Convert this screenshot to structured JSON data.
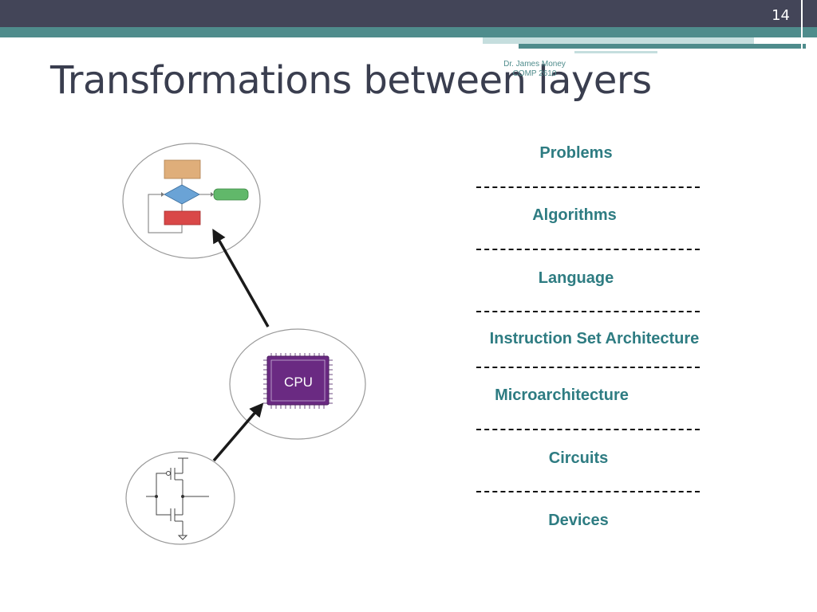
{
  "slide": {
    "number": "14",
    "title": "Transformations between layers",
    "footer": {
      "author": "Dr. James Money",
      "course": "COMP 2610"
    }
  },
  "layers": [
    "Problems",
    "Algorithms",
    "Language",
    "Instruction Set Architecture",
    "Microarchitecture",
    "Circuits",
    "Devices"
  ],
  "diagram": {
    "cpu_chip_label": "CPU",
    "colors": {
      "flow_process": "#dfae7a",
      "flow_decision": "#6aa3d6",
      "flow_terminal": "#61b86a",
      "flow_end": "#d94848",
      "cpu": "#6a2a82",
      "title": "#3a3e4f",
      "layer_text": "#2e7c82"
    }
  }
}
